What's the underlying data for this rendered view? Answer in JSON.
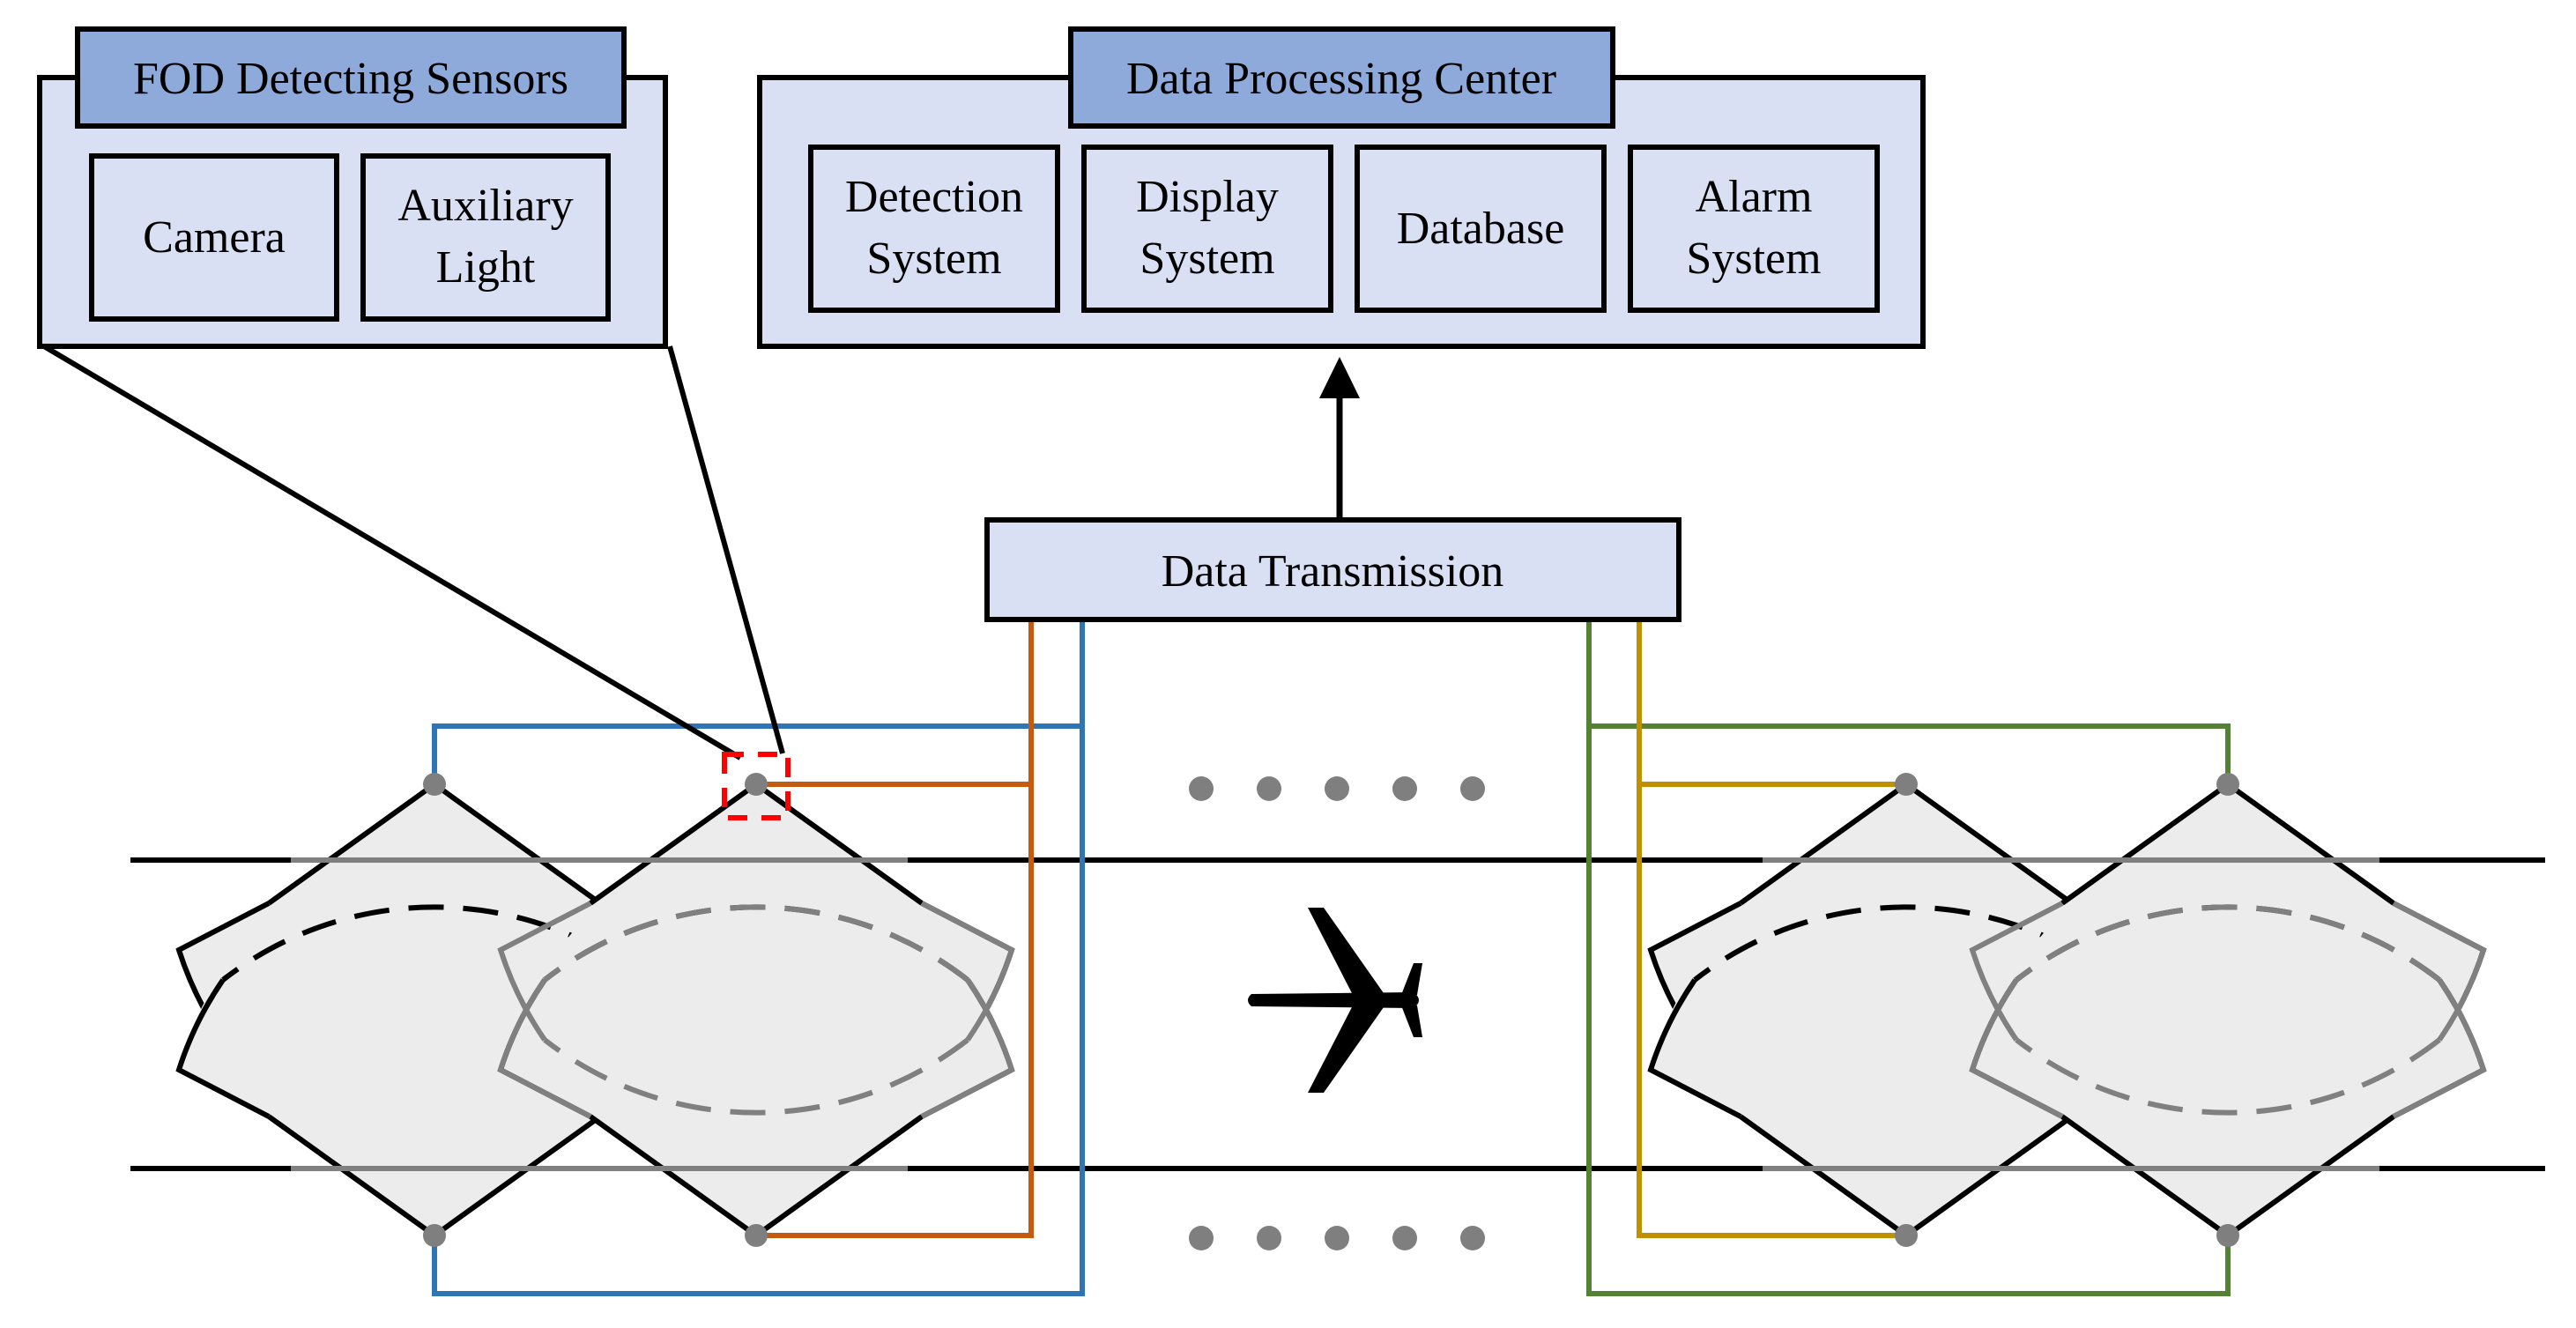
{
  "fod": {
    "title": "FOD Detecting Sensors",
    "camera": [
      "Camera"
    ],
    "light": [
      "Auxiliary",
      "Light"
    ]
  },
  "dpc": {
    "title": "Data Processing Center",
    "detection": [
      "Detection",
      "System"
    ],
    "display": [
      "Display",
      "System"
    ],
    "database": [
      "Database"
    ],
    "alarm": [
      "Alarm",
      "System"
    ]
  },
  "transmission": {
    "label": "Data Transmission"
  },
  "icons": {
    "aircraft": "airplane-icon"
  },
  "colors": {
    "box_fill": "#d9e0f3",
    "title_fill": "#8eaadb",
    "coverage_fill": "#ececec",
    "blue": "#2e75b6",
    "orange": "#c55a11",
    "green": "#548235",
    "gold": "#bf9000",
    "node": "#7f7f7f",
    "highlight": "#ff0000"
  }
}
